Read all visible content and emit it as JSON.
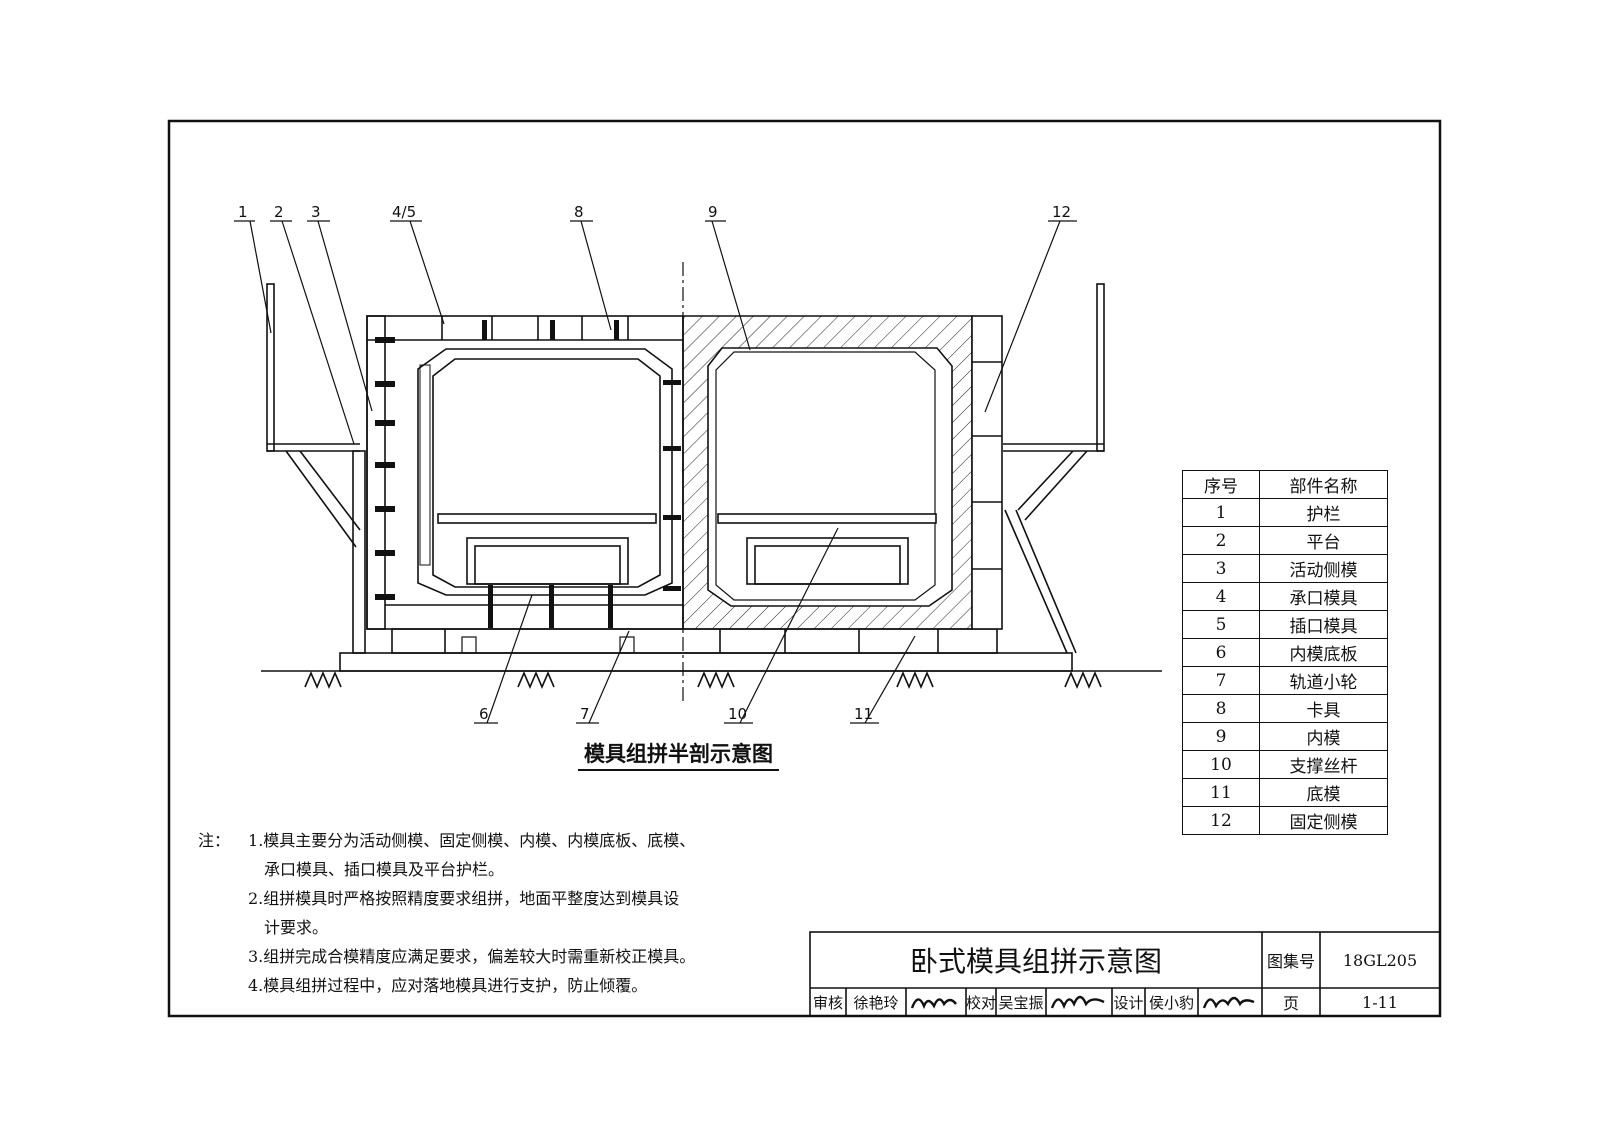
{
  "drawing": {
    "caption": "模具组拼半剖示意图",
    "callouts": [
      "1",
      "2",
      "3",
      "4/5",
      "8",
      "9",
      "12",
      "6",
      "7",
      "10",
      "11"
    ]
  },
  "parts_table": {
    "headers": [
      "序号",
      "部件名称"
    ],
    "rows": [
      [
        "1",
        "护栏"
      ],
      [
        "2",
        "平台"
      ],
      [
        "3",
        "活动侧模"
      ],
      [
        "4",
        "承口模具"
      ],
      [
        "5",
        "插口模具"
      ],
      [
        "6",
        "内模底板"
      ],
      [
        "7",
        "轨道小轮"
      ],
      [
        "8",
        "卡具"
      ],
      [
        "9",
        "内模"
      ],
      [
        "10",
        "支撑丝杆"
      ],
      [
        "11",
        "底模"
      ],
      [
        "12",
        "固定侧模"
      ]
    ]
  },
  "notes": {
    "prefix": "注：",
    "lines": [
      "1.模具主要分为活动侧模、固定侧模、内模、内模底板、底模、",
      "承口模具、插口模具及平台护栏。",
      "2.组拼模具时严格按照精度要求组拼，地面平整度达到模具设",
      "计要求。",
      "3.组拼完成合模精度应满足要求，偏差较大时需重新校正模具。",
      "4.模具组拼过程中，应对落地模具进行支护，防止倾覆。"
    ]
  },
  "title_block": {
    "title": "卧式模具组拼示意图",
    "atlas_label": "图集号",
    "atlas_no": "18GL205",
    "page_label": "页",
    "page_no": "1-11",
    "review_label": "审核",
    "reviewer": "徐艳玲",
    "check_label": "校对",
    "checker": "吴宝振",
    "design_label": "设计",
    "designer": "侯小豹"
  }
}
